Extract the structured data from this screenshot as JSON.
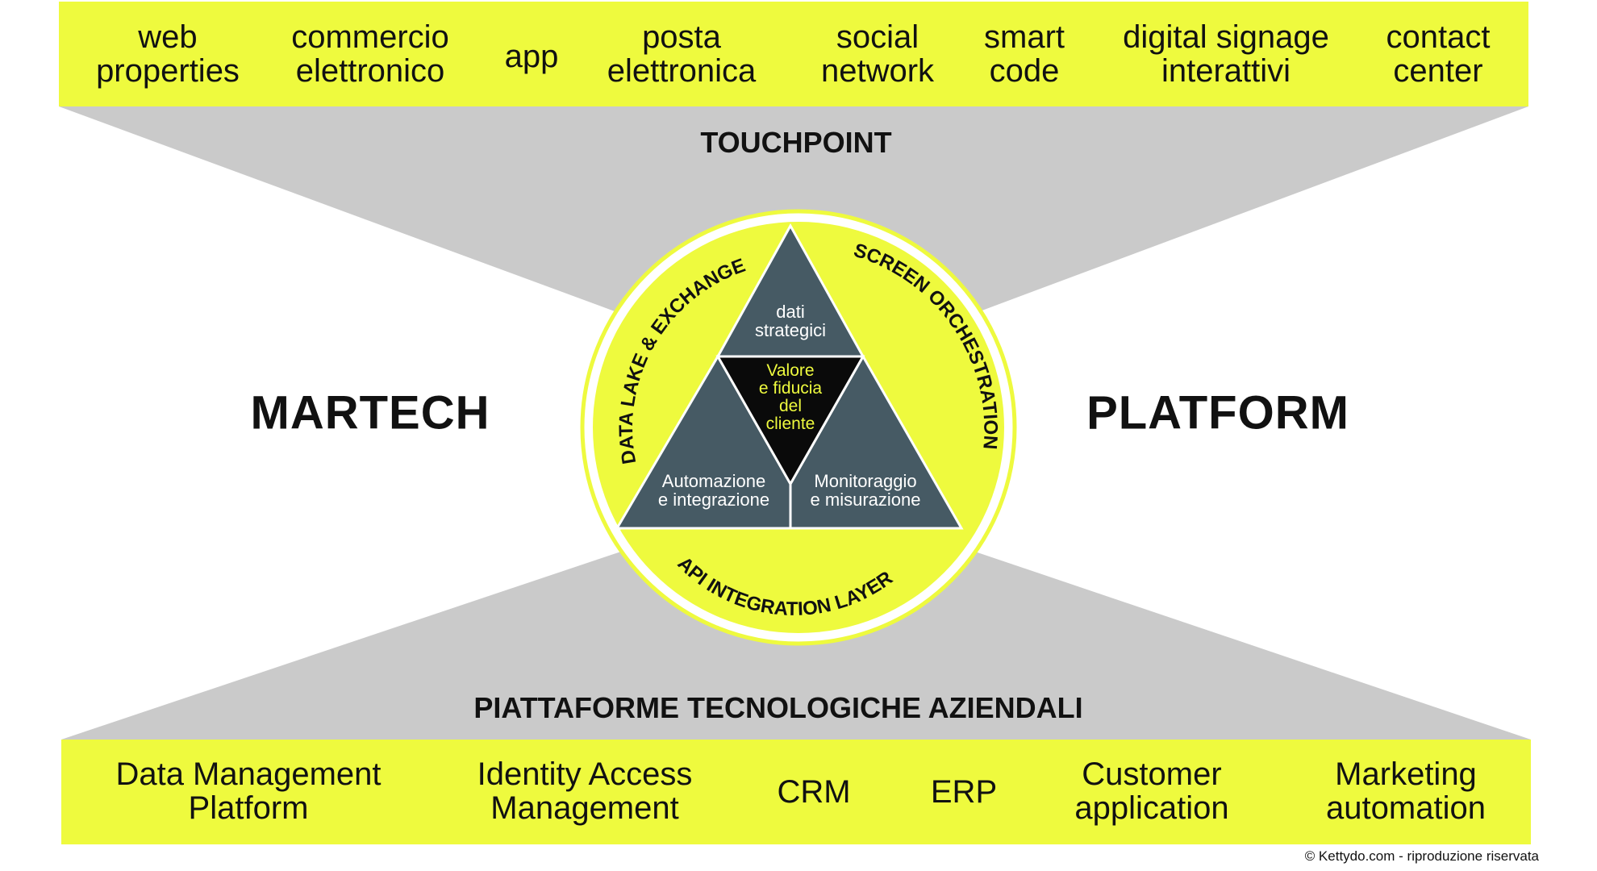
{
  "touchpoints": [
    {
      "line1": "web",
      "line2": "properties"
    },
    {
      "line1": "commercio",
      "line2": "elettronico"
    },
    {
      "line1": "app",
      "line2": ""
    },
    {
      "line1": "posta",
      "line2": "elettronica"
    },
    {
      "line1": "social",
      "line2": "network"
    },
    {
      "line1": "smart",
      "line2": "code"
    },
    {
      "line1": "digital signage",
      "line2": "interattivi"
    },
    {
      "line1": "contact",
      "line2": "center"
    }
  ],
  "touchpoint_heading": "TOUCHPOINT",
  "left_word": "MARTECH",
  "right_word": "PLATFORM",
  "ring_labels": {
    "left": "DATA LAKE & EXCHANGE",
    "right": "SCREEN ORCHESTRATION",
    "bottom": "API INTEGRATION LAYER"
  },
  "triangle": {
    "top": {
      "line1": "dati",
      "line2": "strategici"
    },
    "center": {
      "line1": "Valore",
      "line2": "e fiducia",
      "line3": "del",
      "line4": "cliente"
    },
    "left": {
      "line1": "Automazione",
      "line2": "e integrazione"
    },
    "right": {
      "line1": "Monitoraggio",
      "line2": "e misurazione"
    }
  },
  "enterprise_heading": "PIATTAFORME TECNOLOGICHE AZIENDALI",
  "platforms": [
    {
      "line1": "Data Management",
      "line2": "Platform"
    },
    {
      "line1": "Identity Access",
      "line2": "Management"
    },
    {
      "line1": "CRM",
      "line2": ""
    },
    {
      "line1": "ERP",
      "line2": ""
    },
    {
      "line1": "Customer",
      "line2": "application"
    },
    {
      "line1": "Marketing",
      "line2": "automation"
    }
  ],
  "credit": "© Kettydo.com - riproduzione riservata",
  "colors": {
    "accent_yellow": "#eefa3e",
    "funnel_gray": "#cacaca",
    "triangle_slate": "#465a64",
    "center_black": "#0a0a0a"
  }
}
